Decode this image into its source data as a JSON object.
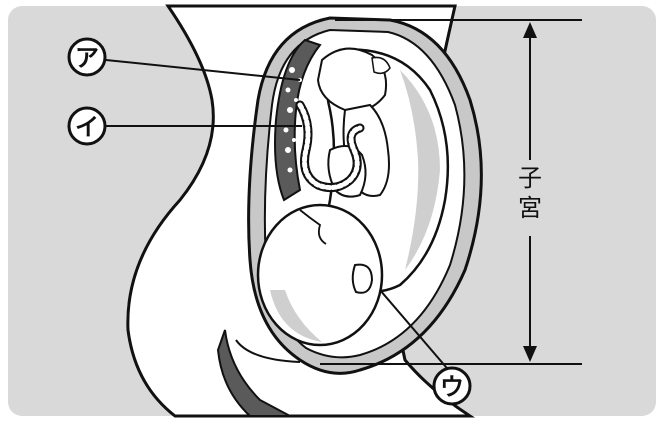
{
  "labels": {
    "a": "ア",
    "i": "イ",
    "u": "ウ"
  },
  "uterus_label": [
    "子",
    "宮"
  ],
  "colors": {
    "background": "#d9d9d9",
    "body": "#ffffff",
    "uterus_wall": "#c8c8c8",
    "line": "#111111",
    "shade": "#cfcfcf",
    "placenta_dark": "#5a5a5a"
  },
  "icons": {
    "arrow_top": "arrowhead-up",
    "arrow_bottom": "arrowhead-down"
  }
}
